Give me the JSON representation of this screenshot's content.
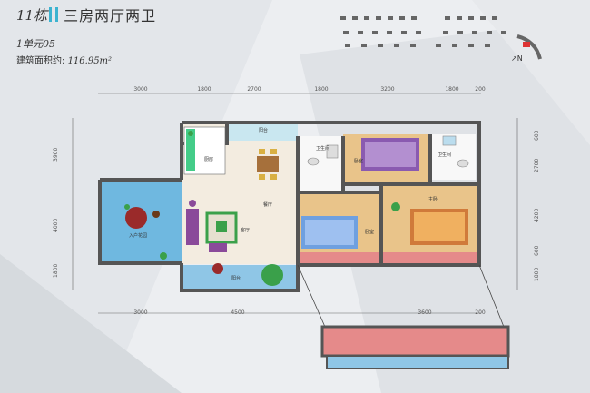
{
  "header": {
    "building": "11栋",
    "title": "三房两厅两卫",
    "unit": "1单元05",
    "area_label": "建筑面积约:",
    "area_value": "116.95m²"
  },
  "dimensions": {
    "top": [
      "3000",
      "1800",
      "2700",
      "1800",
      "3200",
      "1800",
      "200"
    ],
    "bottom": [
      "3000",
      "4500",
      "3600",
      "200"
    ],
    "left": [
      "3900",
      "4000",
      "1800"
    ],
    "right": [
      "600",
      "2700",
      "4200",
      "600",
      "1800"
    ]
  },
  "rooms": {
    "kitchen": "厨房",
    "balcony_top": "阳台",
    "dining": "餐厅",
    "living": "客厅",
    "entrance_garden": "入户花园",
    "balcony": "阳台",
    "bath1": "卫生间",
    "bath2": "卫生间",
    "bedroom1": "卧室",
    "bedroom2": "卧室",
    "master": "主卧"
  },
  "compass": "N",
  "colors": {
    "wall": "#555555",
    "floor_wood": "#e9c48a",
    "floor_tile": "#f3ece0",
    "garden": "#6fb8e0",
    "balcony_strip": "#e58a8a",
    "green": "#3aa04a",
    "purple": "#8a4a9a",
    "accent": "#3bb3d0"
  }
}
